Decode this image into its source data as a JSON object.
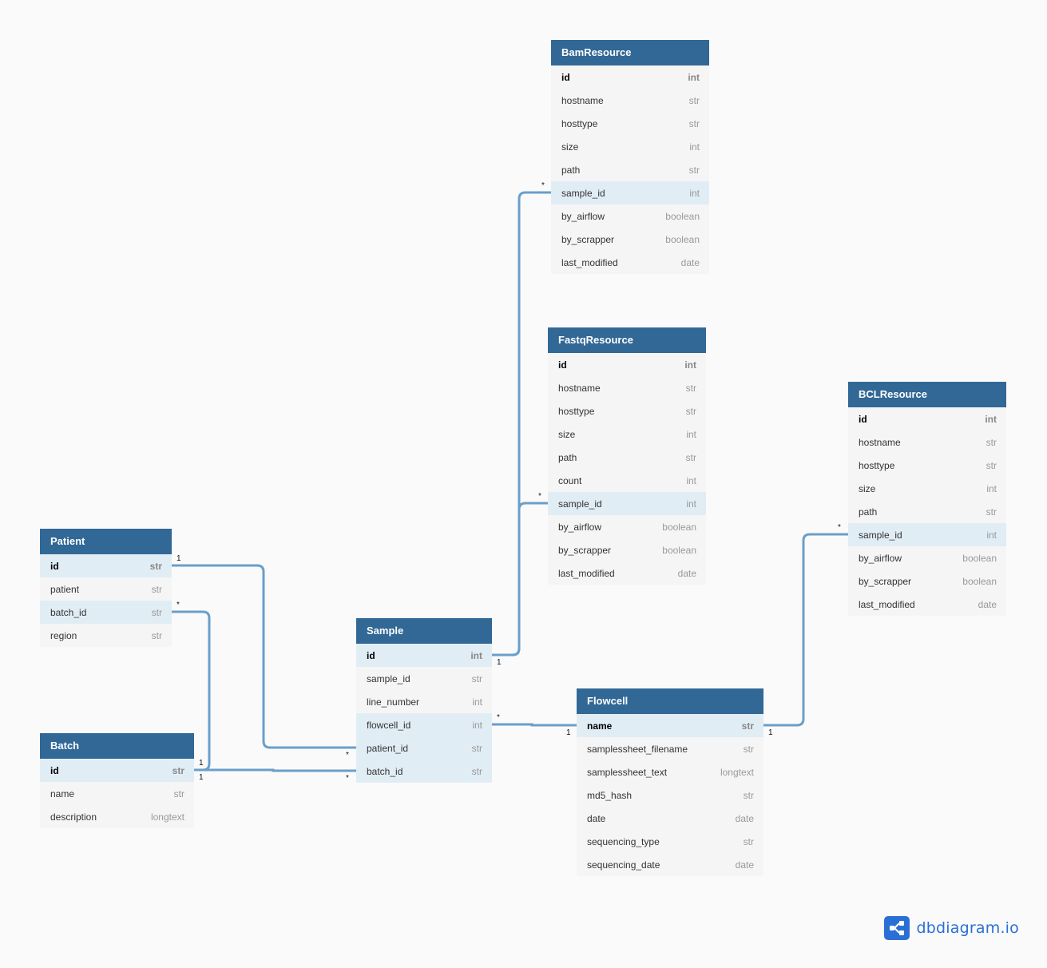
{
  "tables": {
    "bam": {
      "name": "BamResource",
      "fields": [
        {
          "name": "id",
          "type": "int",
          "pk": true
        },
        {
          "name": "hostname",
          "type": "str"
        },
        {
          "name": "hosttype",
          "type": "str"
        },
        {
          "name": "size",
          "type": "int"
        },
        {
          "name": "path",
          "type": "str"
        },
        {
          "name": "sample_id",
          "type": "int",
          "hl": true
        },
        {
          "name": "by_airflow",
          "type": "boolean"
        },
        {
          "name": "by_scrapper",
          "type": "boolean"
        },
        {
          "name": "last_modified",
          "type": "date"
        }
      ]
    },
    "fastq": {
      "name": "FastqResource",
      "fields": [
        {
          "name": "id",
          "type": "int",
          "pk": true
        },
        {
          "name": "hostname",
          "type": "str"
        },
        {
          "name": "hosttype",
          "type": "str"
        },
        {
          "name": "size",
          "type": "int"
        },
        {
          "name": "path",
          "type": "str"
        },
        {
          "name": "count",
          "type": "int"
        },
        {
          "name": "sample_id",
          "type": "int",
          "hl": true
        },
        {
          "name": "by_airflow",
          "type": "boolean"
        },
        {
          "name": "by_scrapper",
          "type": "boolean"
        },
        {
          "name": "last_modified",
          "type": "date"
        }
      ]
    },
    "bcl": {
      "name": "BCLResource",
      "fields": [
        {
          "name": "id",
          "type": "int",
          "pk": true
        },
        {
          "name": "hostname",
          "type": "str"
        },
        {
          "name": "hosttype",
          "type": "str"
        },
        {
          "name": "size",
          "type": "int"
        },
        {
          "name": "path",
          "type": "str"
        },
        {
          "name": "sample_id",
          "type": "int",
          "hl": true
        },
        {
          "name": "by_airflow",
          "type": "boolean"
        },
        {
          "name": "by_scrapper",
          "type": "boolean"
        },
        {
          "name": "last_modified",
          "type": "date"
        }
      ]
    },
    "patient": {
      "name": "Patient",
      "fields": [
        {
          "name": "id",
          "type": "str",
          "pk": true,
          "hl": true
        },
        {
          "name": "patient",
          "type": "str"
        },
        {
          "name": "batch_id",
          "type": "str",
          "hl": true
        },
        {
          "name": "region",
          "type": "str"
        }
      ]
    },
    "batch": {
      "name": "Batch",
      "fields": [
        {
          "name": "id",
          "type": "str",
          "pk": true,
          "hl": true
        },
        {
          "name": "name",
          "type": "str"
        },
        {
          "name": "description",
          "type": "longtext"
        }
      ]
    },
    "sample": {
      "name": "Sample",
      "fields": [
        {
          "name": "id",
          "type": "int",
          "pk": true,
          "hl": true
        },
        {
          "name": "sample_id",
          "type": "str"
        },
        {
          "name": "line_number",
          "type": "int"
        },
        {
          "name": "flowcell_id",
          "type": "int",
          "hl": true
        },
        {
          "name": "patient_id",
          "type": "str",
          "hl": true
        },
        {
          "name": "batch_id",
          "type": "str",
          "hl": true
        }
      ]
    },
    "flowcell": {
      "name": "Flowcell",
      "fields": [
        {
          "name": "name",
          "type": "str",
          "pk": true,
          "hl": true
        },
        {
          "name": "samplessheet_filename",
          "type": "str"
        },
        {
          "name": "samplessheet_text",
          "type": "longtext"
        },
        {
          "name": "md5_hash",
          "type": "str"
        },
        {
          "name": "date",
          "type": "date"
        },
        {
          "name": "sequencing_type",
          "type": "str"
        },
        {
          "name": "sequencing_date",
          "type": "date"
        }
      ]
    }
  },
  "relationships": [
    {
      "from": "sample.id",
      "to": "bam.sample_id",
      "from_card": "1",
      "to_card": "*"
    },
    {
      "from": "sample.id",
      "to": "fastq.sample_id",
      "from_card": "1",
      "to_card": "*"
    },
    {
      "from": "flowcell.name",
      "to": "bcl.sample_id",
      "from_card": "1",
      "to_card": "*"
    },
    {
      "from": "sample.flowcell_id",
      "to": "flowcell.name",
      "from_card": "*",
      "to_card": "1"
    },
    {
      "from": "patient.id",
      "to": "sample.patient_id",
      "from_card": "1",
      "to_card": "*"
    },
    {
      "from": "patient.batch_id",
      "to": "batch.id",
      "from_card": "*",
      "to_card": "1"
    },
    {
      "from": "batch.id",
      "to": "sample.batch_id",
      "from_card": "1",
      "to_card": "*"
    }
  ],
  "brand": {
    "name": "dbdiagram.io",
    "icon": "share-nodes-icon",
    "color": "#2a6fd6"
  }
}
